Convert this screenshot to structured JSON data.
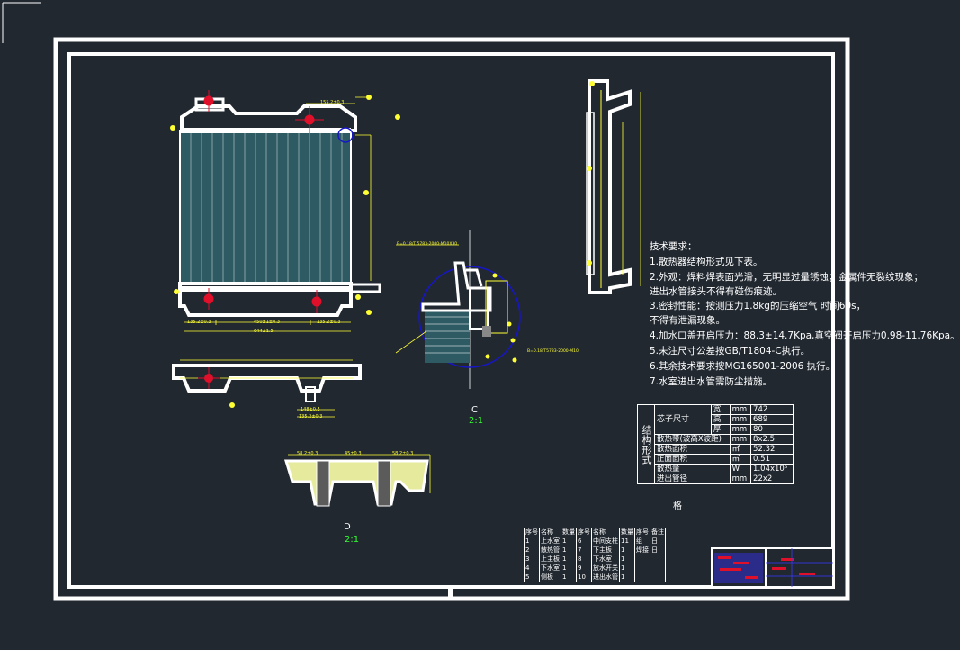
{
  "drawing": {
    "colors": {
      "background": "#212830",
      "frame": "#ffffff",
      "core_fill": "#2d5a63",
      "dimension": "#ffff33",
      "center_mark": "#e0102a",
      "detail_circle": "#1616c8",
      "label_green": "#33ff33"
    }
  },
  "requirements": {
    "title": "技术要求：",
    "items": [
      "1.散热器结构形式见下表。",
      "2.外观：焊料焊表面光滑，无明显过量锈蚀；金属件无裂纹现象；",
      "进出水管接头不得有碰伤痕迹。",
      "  3.密封性能：按测压力1.8kg的压缩空气 时间60s，",
      "不得有泄漏现象。",
      "4.加水口盖开启压力：88.3±14.7Kpa,真空阀开启压力0.98-11.76Kpa。",
      "5.未注尺寸公差按GB/T1804-C执行。",
      "6.其余技术要求按MG165001-2006 执行。",
      "7.水室进出水管需防尘措施。"
    ]
  },
  "views": {
    "detail_c_label": "C",
    "detail_c_scale": "2:1",
    "detail_d_label": "D",
    "detail_d_scale": "2:1"
  },
  "dimensions": {
    "top_right": "155.2±0.3",
    "bottom_left": "135.2±0.3",
    "bottom_mid": "450±1±0.3",
    "bottom_right": "135.2±0.3",
    "bottom_total": "644±1.5",
    "bottom_view_a": "148±0.5",
    "bottom_view_b": "135.2±0.3",
    "detail_d_left": "58.2±0.3",
    "detail_d_mid": "45±0.3",
    "detail_d_right": "58.2±0.3",
    "leader_top": "B=0.18/T 5783-2000-M10X30",
    "leader_bottom": "B=0.18/T5783-2000-M10"
  },
  "structure_table": {
    "title": "结构形式",
    "core_size_label": "芯子尺寸",
    "rows": [
      {
        "label": "宽",
        "unit": "mm",
        "value": "742"
      },
      {
        "label": "高",
        "unit": "mm",
        "value": "689"
      },
      {
        "label": "厚",
        "unit": "mm",
        "value": "80"
      },
      {
        "label": "散热带(波高X波距)",
        "unit": "mm",
        "value": "8x2.5"
      },
      {
        "label": "散热面积",
        "unit": "㎡",
        "value": "52.32"
      },
      {
        "label": "正面面积",
        "unit": "㎡",
        "value": "0.51"
      },
      {
        "label": "散热量",
        "unit": "W",
        "value": "1.04x10⁵"
      },
      {
        "label": "进出管径",
        "unit": "mm",
        "value": "22x2"
      }
    ],
    "footer": "格"
  },
  "parts_table": {
    "headers": [
      "序号",
      "名称",
      "数量",
      "序号",
      "名称",
      "数量",
      "序号",
      "备注"
    ],
    "rows": [
      [
        "1",
        "上水室",
        "1",
        "6",
        "中间支柱",
        "11",
        "组",
        "日"
      ],
      [
        "2",
        "散热管",
        "1",
        "7",
        "下主板",
        "1",
        "焊接",
        "日"
      ],
      [
        "3",
        "上主板",
        "1",
        "8",
        "下水室",
        "1",
        "",
        ""
      ],
      [
        "4",
        "下水室",
        "1",
        "9",
        "放水开关",
        "1",
        "",
        ""
      ],
      [
        "5",
        "侧板",
        "1",
        "10",
        "进出水管",
        "1",
        "",
        ""
      ]
    ]
  }
}
